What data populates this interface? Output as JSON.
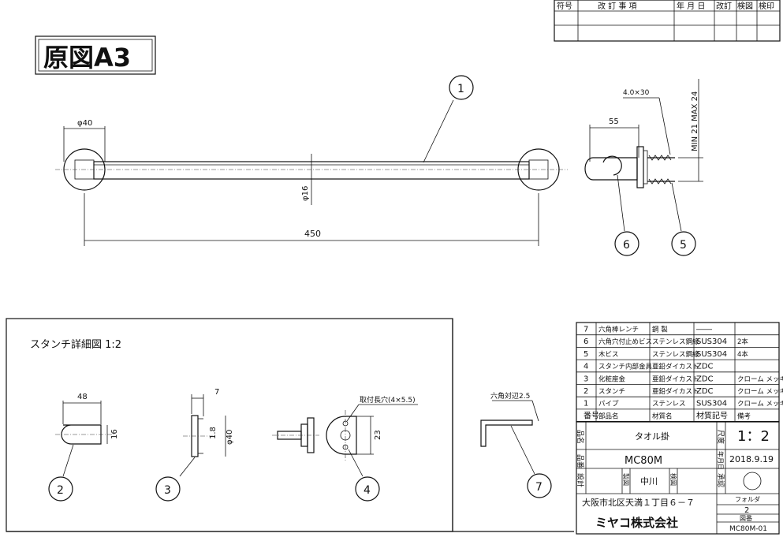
{
  "revision_table": {
    "headers": [
      "符号",
      "改 訂 事 項",
      "年 月 日",
      "改訂",
      "検図",
      "検印"
    ]
  },
  "stamp": {
    "label": "原図A3"
  },
  "main_view": {
    "balloon_1": "1",
    "dim_diameter": "φ40",
    "dim_pipe": "φ16",
    "dim_length": "450"
  },
  "side_view": {
    "dim_depth": "55",
    "dim_screw": "4.0×30",
    "dim_range": "MIN 21 MAX 24",
    "balloon_6": "6",
    "balloon_5": "5"
  },
  "detail": {
    "title": "スタンチ詳細図 1:2",
    "part2": {
      "dim_w": "48",
      "dim_h": "16",
      "balloon": "2"
    },
    "part3": {
      "dim_t": "7",
      "dim_a": "1.8",
      "dim_d": "φ40",
      "balloon": "3"
    },
    "part4": {
      "note": "取付長穴(4×5.5)",
      "dim": "23",
      "balloon": "4"
    },
    "part7": {
      "note": "六角対辺2.5",
      "balloon": "7"
    }
  },
  "parts_list": {
    "rows": [
      {
        "no": "7",
        "name": "六角棒レンチ",
        "material": "鋼 製",
        "spec": "――",
        "remarks": "",
        "qty": ""
      },
      {
        "no": "6",
        "name": "六角穴付止めビス",
        "material": "ステンレス鋼線",
        "spec": "SUS304",
        "remarks": "2本",
        "qty": ""
      },
      {
        "no": "5",
        "name": "木ビス",
        "material": "ステンレス鋼線",
        "spec": "SUS304",
        "remarks": "4本",
        "qty": ""
      },
      {
        "no": "4",
        "name": "スタンチ内部金具",
        "material": "亜鉛ダイカスト",
        "spec": "ZDC",
        "remarks": "",
        "qty": ""
      },
      {
        "no": "3",
        "name": "化粧座金",
        "material": "亜鉛ダイカスト",
        "spec": "ZDC",
        "remarks": "クローム メッキ",
        "qty": ""
      },
      {
        "no": "2",
        "name": "スタンチ",
        "material": "亜鉛ダイカスト",
        "spec": "ZDC",
        "remarks": "クローム メッキ",
        "qty": ""
      },
      {
        "no": "1",
        "name": "パイプ",
        "material": "ステンレス",
        "spec": "SUS304",
        "remarks": "クローム メッキ",
        "qty": ""
      }
    ],
    "header": {
      "no": "番号",
      "name": "部品名",
      "material": "材質名",
      "spec": "材質記号",
      "remarks": "備考"
    }
  },
  "title_block": {
    "name_label": "品名",
    "name": "タオル掛",
    "scale_label": "尺度",
    "scale": "1：2",
    "code_label": "品番",
    "code": "MC80M",
    "date_label": "年月日",
    "date": "2018.9.19",
    "design_label": "設計",
    "drawn_label": "製図",
    "drawn_by": "中川",
    "check_label": "検図",
    "approve_label": "承認",
    "address": "大阪市北区天満１丁目６－７",
    "company": "ミヤコ株式会社",
    "folder_label": "フォルダ",
    "folder": "2",
    "drawing_no_label": "図番",
    "drawing_no": "MC80M-01"
  }
}
